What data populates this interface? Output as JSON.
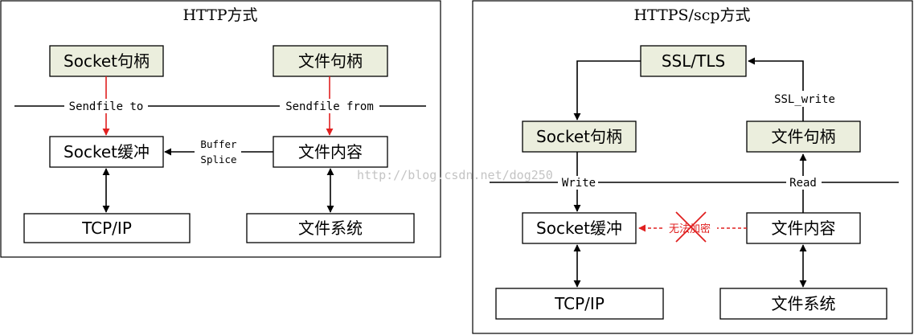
{
  "left_panel": {
    "title": "HTTP方式",
    "socket_handle": "Socket句柄",
    "file_handle": "文件句柄",
    "socket_buffer": "Socket缓冲",
    "file_content": "文件内容",
    "tcp_ip": "TCP/IP",
    "file_system": "文件系统",
    "sendfile_to": "Sendfile to",
    "sendfile_from": "Sendfile from",
    "buffer_label": "Buffer",
    "splice_label": "Splice"
  },
  "right_panel": {
    "title": "HTTPS/scp方式",
    "ssl_tls": "SSL/TLS",
    "ssl_write": "SSL_write",
    "socket_handle": "Socket句柄",
    "file_handle": "文件句柄",
    "write_label": "Write",
    "read_label": "Read",
    "socket_buffer": "Socket缓冲",
    "file_content": "文件内容",
    "cannot_encrypt": "无法加密",
    "tcp_ip": "TCP/IP",
    "file_system": "文件系统"
  },
  "watermark": "http://blog.csdn.net/dog250",
  "colors": {
    "green_fill": "#ebeedd",
    "red_arrow": "#e02020",
    "watermark": "#c4c4c4"
  }
}
